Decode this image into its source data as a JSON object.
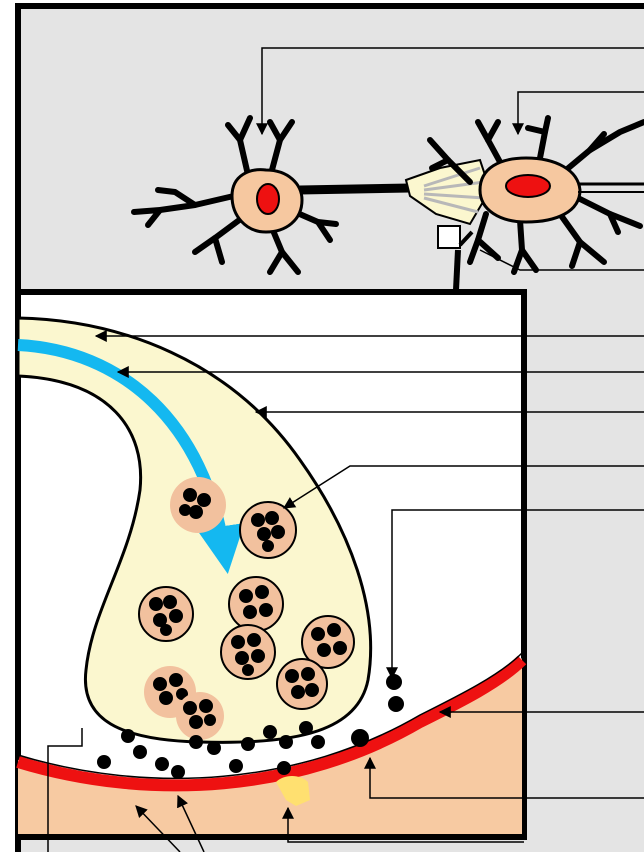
{
  "diagram": {
    "type": "synapse-illustration",
    "labels": [],
    "colors": {
      "panel_background": "#e4e4e4",
      "inset_background": "#ffffff",
      "cell_body": "#f6c8a0",
      "nucleus": "#ee1111",
      "axon_terminal": "#fbf7cf",
      "vesicle": "#f2c19e",
      "neurotransmitter": "#000000",
      "membrane": "#ee1111",
      "postsynaptic_cell": "#f7caa2",
      "impulse_arrow": "#14b8f0",
      "receptor_highlight": "#ffe070",
      "leader_line": "#000000"
    },
    "components": [
      {
        "id": "presynaptic-neuron",
        "kind": "neuron"
      },
      {
        "id": "postsynaptic-neuron",
        "kind": "neuron"
      },
      {
        "id": "axon",
        "kind": "axon"
      },
      {
        "id": "axon-terminal",
        "kind": "terminal"
      },
      {
        "id": "synaptic-vesicle",
        "kind": "vesicle",
        "count": 9
      },
      {
        "id": "neurotransmitter",
        "kind": "molecule"
      },
      {
        "id": "postsynaptic-membrane",
        "kind": "membrane"
      },
      {
        "id": "receptor",
        "kind": "receptor"
      },
      {
        "id": "nerve-impulse",
        "kind": "arrow"
      }
    ]
  }
}
